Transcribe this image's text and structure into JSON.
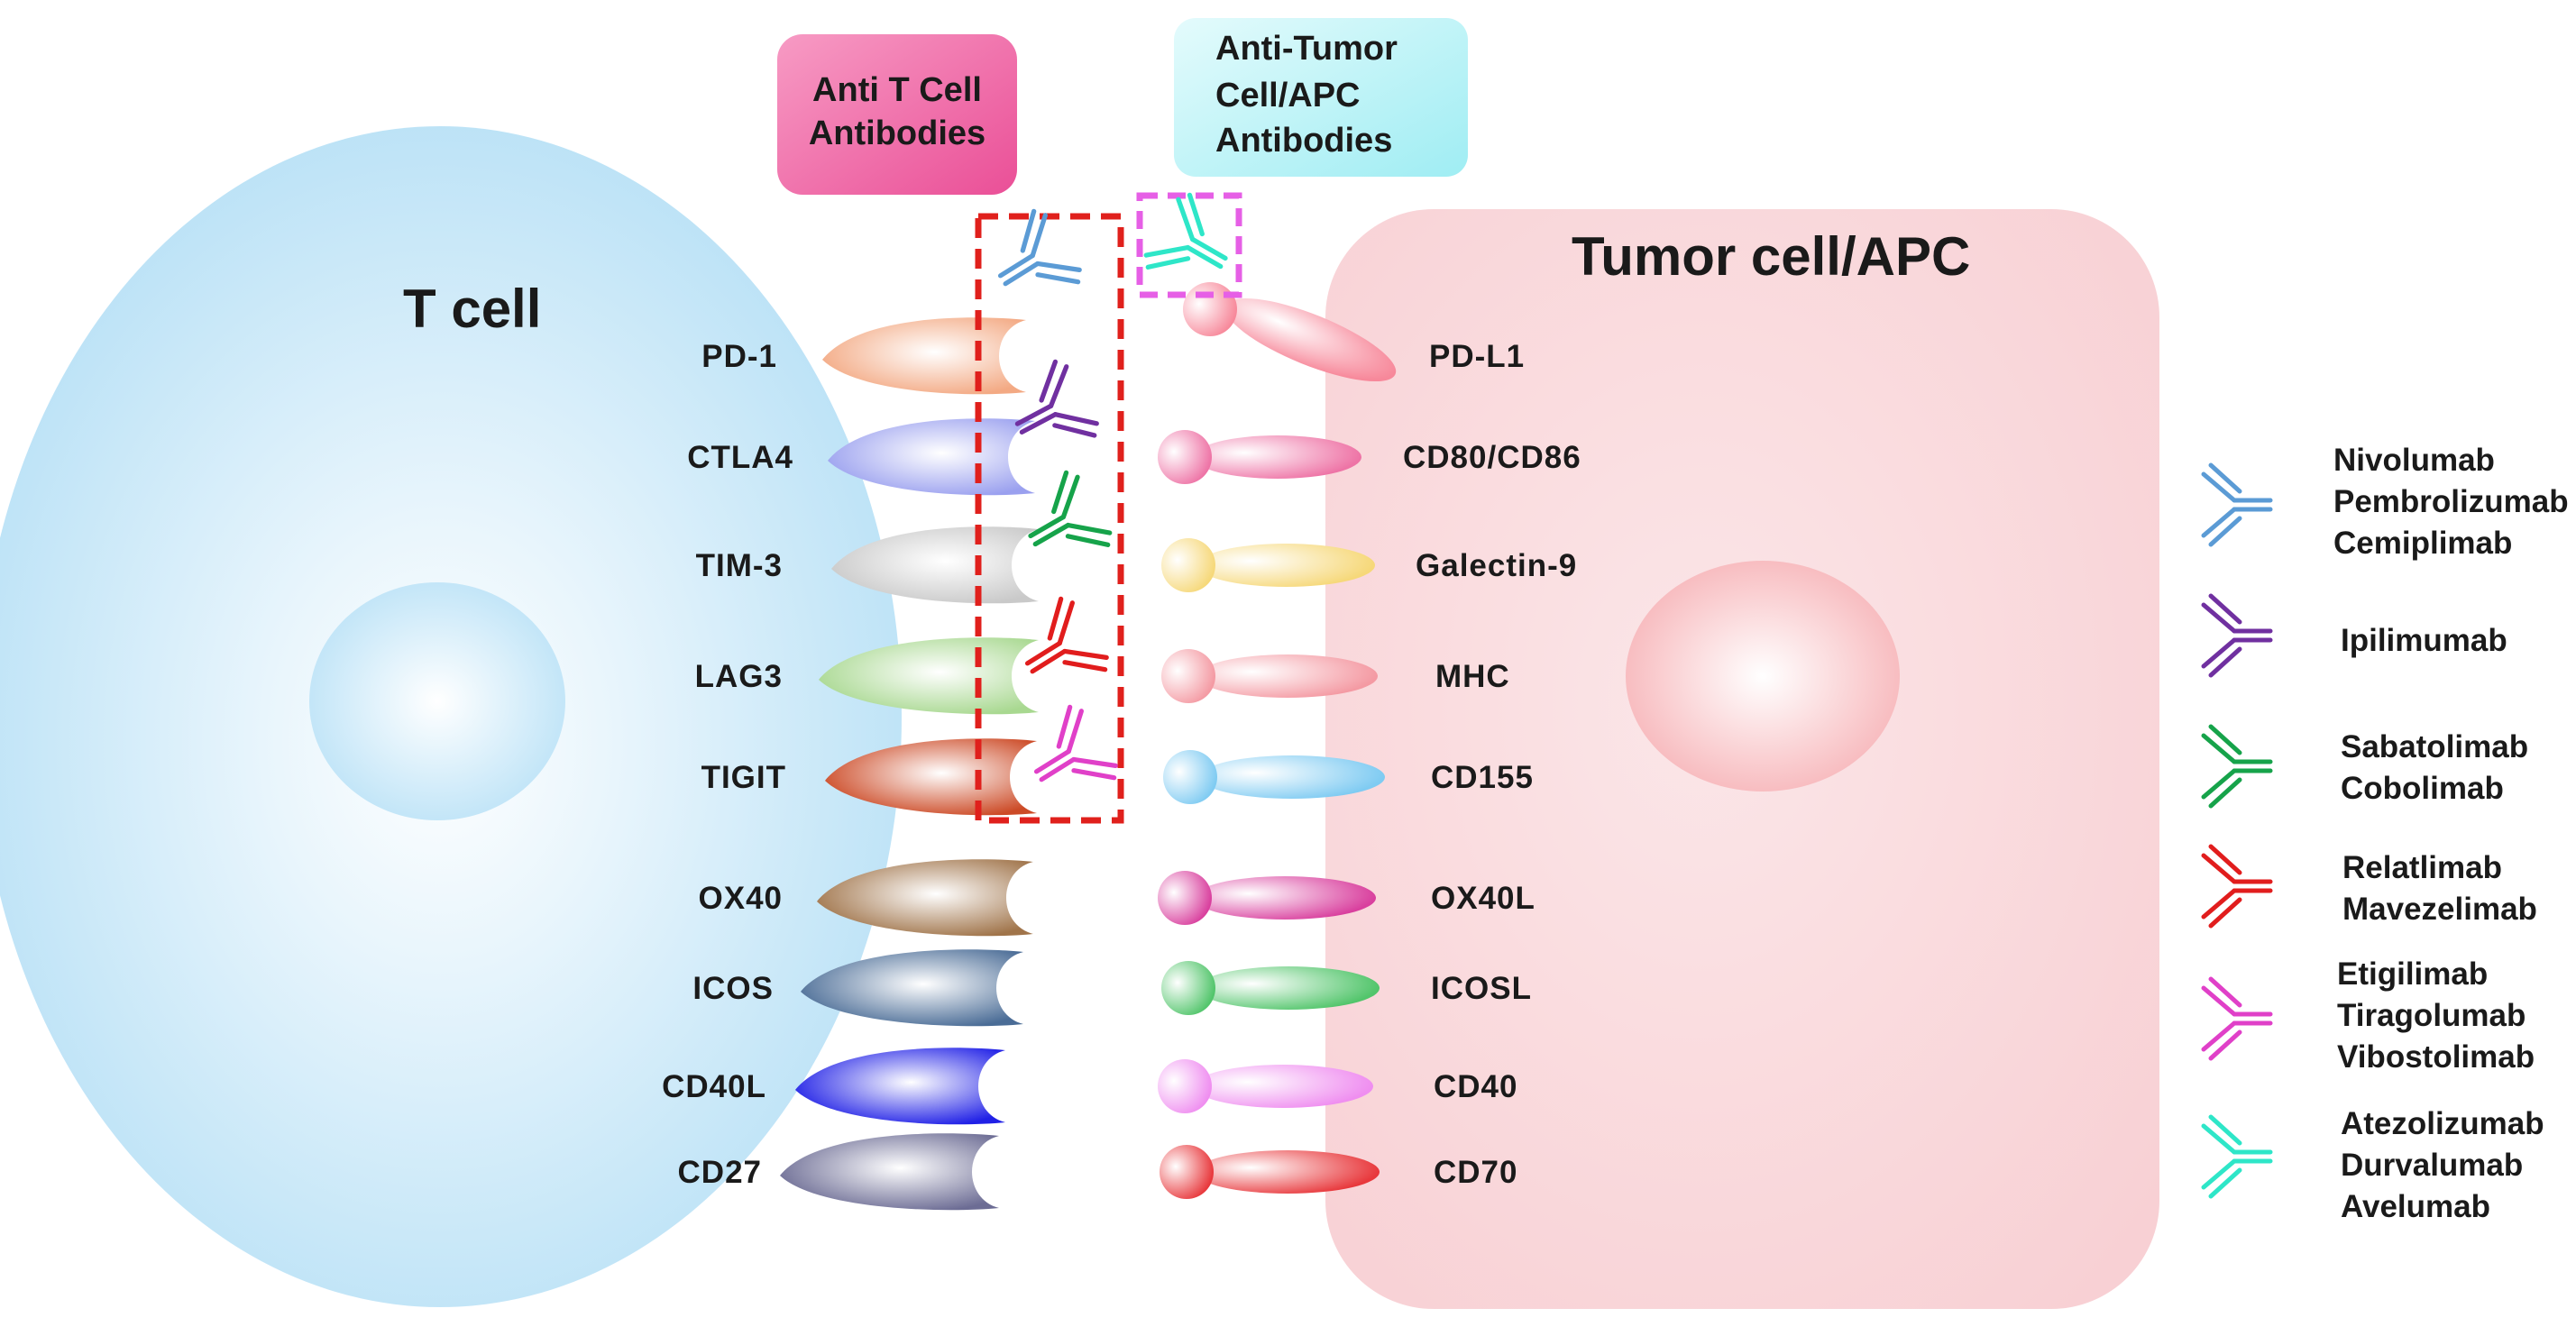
{
  "colors": {
    "t_cell": "#bfe4f6",
    "tumor_cell": "#f9d3d6",
    "anti_t_box": "#ef6aa6",
    "anti_tumor_box": "#bff3f7",
    "red_dash": "#e0201c",
    "magenta_dash": "#e65fe6"
  },
  "cells": {
    "t_cell_label": "T cell",
    "tumor_label": "Tumor cell/APC"
  },
  "boxes": {
    "anti_t": [
      "Anti T Cell",
      "Antibodies"
    ],
    "anti_tumor": [
      "Anti-Tumor",
      "Cell/APC",
      "Antibodies"
    ]
  },
  "pairs": [
    {
      "receptor": "PD-1",
      "ligand": "PD-L1",
      "receptor_color": "#f3a983",
      "ligand_color": "#f7889a"
    },
    {
      "receptor": "CTLA4",
      "ligand": "CD80/CD86",
      "receptor_color": "#9aa0ef",
      "ligand_color": "#ee74a6"
    },
    {
      "receptor": "TIM-3",
      "ligand": "Galectin-9",
      "receptor_color": "#c9c9c9",
      "ligand_color": "#f6d879"
    },
    {
      "receptor": "LAG3",
      "ligand": "MHC",
      "receptor_color": "#a8d890",
      "ligand_color": "#f49aa3"
    },
    {
      "receptor": "TIGIT",
      "ligand": "CD155",
      "receptor_color": "#cc4a26",
      "ligand_color": "#7fcbf2"
    },
    {
      "receptor": "OX40",
      "ligand": "OX40L",
      "receptor_color": "#a0744a",
      "ligand_color": "#d9409e"
    },
    {
      "receptor": "ICOS",
      "ligand": "ICOSL",
      "receptor_color": "#4a6c96",
      "ligand_color": "#52c56b"
    },
    {
      "receptor": "CD40L",
      "ligand": "CD40",
      "receptor_color": "#2020e6",
      "ligand_color": "#ef8ef0"
    },
    {
      "receptor": "CD27",
      "ligand": "CD70",
      "receptor_color": "#6c6c94",
      "ligand_color": "#e8383c"
    }
  ],
  "antibody_icons": [
    {
      "name": "nivolumab-group",
      "color": "#5b9bd5"
    },
    {
      "name": "ipilimumab",
      "color": "#7030a0"
    },
    {
      "name": "sabatolimab-group",
      "color": "#16a34a"
    },
    {
      "name": "relatlimab-group",
      "color": "#e11d1d"
    },
    {
      "name": "tigit-group",
      "color": "#e040c8"
    },
    {
      "name": "pdl1-group",
      "color": "#2ee6c8"
    }
  ],
  "legend": [
    {
      "color": "#5b9bd5",
      "drugs": [
        "Nivolumab",
        "Pembrolizumab",
        "Cemiplimab"
      ]
    },
    {
      "color": "#7030a0",
      "drugs": [
        "Ipilimumab"
      ]
    },
    {
      "color": "#16a34a",
      "drugs": [
        "Sabatolimab",
        "Cobolimab"
      ]
    },
    {
      "color": "#e11d1d",
      "drugs": [
        "Relatlimab",
        "Mavezelimab"
      ]
    },
    {
      "color": "#e040c8",
      "drugs": [
        "Etigilimab",
        "Tiragolumab",
        "Vibostolimab"
      ]
    },
    {
      "color": "#2ee6c8",
      "drugs": [
        "Atezolizumab",
        "Durvalumab",
        "Avelumab"
      ]
    }
  ]
}
